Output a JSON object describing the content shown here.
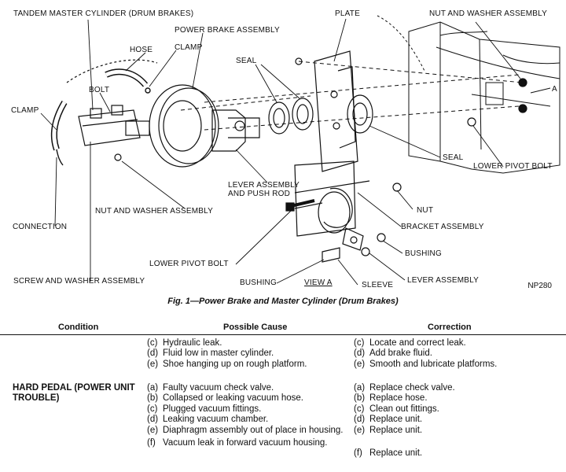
{
  "labels": {
    "tandem": "TANDEM MASTER CYLINDER (DRUM BRAKES)",
    "plate": "PLATE",
    "nut_washer_top": "NUT AND WASHER ASSEMBLY",
    "power_brake": "POWER BRAKE ASSEMBLY",
    "hose": "HOSE",
    "clamp_top": "CLAMP",
    "seal_top": "SEAL",
    "bolt": "BOLT",
    "clamp_left": "CLAMP",
    "a": "A",
    "seal_right": "SEAL",
    "lower_pivot_right": "LOWER PIVOT BOLT",
    "lever_push": "LEVER ASSEMBLY\nAND PUSH ROD",
    "nut_washer_mid": "NUT AND WASHER ASSEMBLY",
    "nut": "NUT",
    "connection": "CONNECTION",
    "bracket": "BRACKET ASSEMBLY",
    "lower_pivot_mid": "LOWER PIVOT BOLT",
    "bushing_right": "BUSHING",
    "screw_washer": "SCREW AND WASHER ASSEMBLY",
    "lever_assembly": "LEVER ASSEMBLY",
    "bushing_low": "BUSHING",
    "view_a": "VIEW A",
    "sleeve": "SLEEVE"
  },
  "figure_number": "NP280",
  "caption": "Fig. 1—Power Brake and Master Cylinder (Drum Brakes)",
  "table": {
    "headers": {
      "condition": "Condition",
      "cause": "Possible Cause",
      "correction": "Correction"
    },
    "rows": [
      {
        "condition": "",
        "causes": [
          {
            "k": "(c)",
            "t": "Hydraulic leak."
          },
          {
            "k": "(d)",
            "t": "Fluid low in master cylinder."
          },
          {
            "k": "(e)",
            "t": "Shoe hanging up on rough platform."
          }
        ],
        "corrections": [
          {
            "k": "(c)",
            "t": "Locate and correct leak."
          },
          {
            "k": "(d)",
            "t": "Add brake fluid."
          },
          {
            "k": "(e)",
            "t": "Smooth and lubricate platforms."
          }
        ]
      },
      {
        "condition": "HARD PEDAL (POWER UNIT TROUBLE)",
        "causes": [
          {
            "k": "(a)",
            "t": "Faulty vacuum check valve."
          },
          {
            "k": "(b)",
            "t": "Collapsed or leaking vacuum hose."
          },
          {
            "k": "(c)",
            "t": "Plugged vacuum fittings."
          },
          {
            "k": "(d)",
            "t": "Leaking vacuum chamber."
          },
          {
            "k": "(e)",
            "t": "Diaphragm assembly out of place in housing."
          },
          {
            "k": "(f)",
            "t": "Vacuum leak in forward vacuum housing."
          }
        ],
        "corrections": [
          {
            "k": "(a)",
            "t": "Replace check valve."
          },
          {
            "k": "(b)",
            "t": "Replace hose."
          },
          {
            "k": "(c)",
            "t": "Clean out fittings."
          },
          {
            "k": "(d)",
            "t": "Replace unit."
          },
          {
            "k": "(e)",
            "t": "Replace unit."
          },
          {
            "k": "(f)",
            "t": "Replace unit."
          }
        ]
      }
    ]
  }
}
